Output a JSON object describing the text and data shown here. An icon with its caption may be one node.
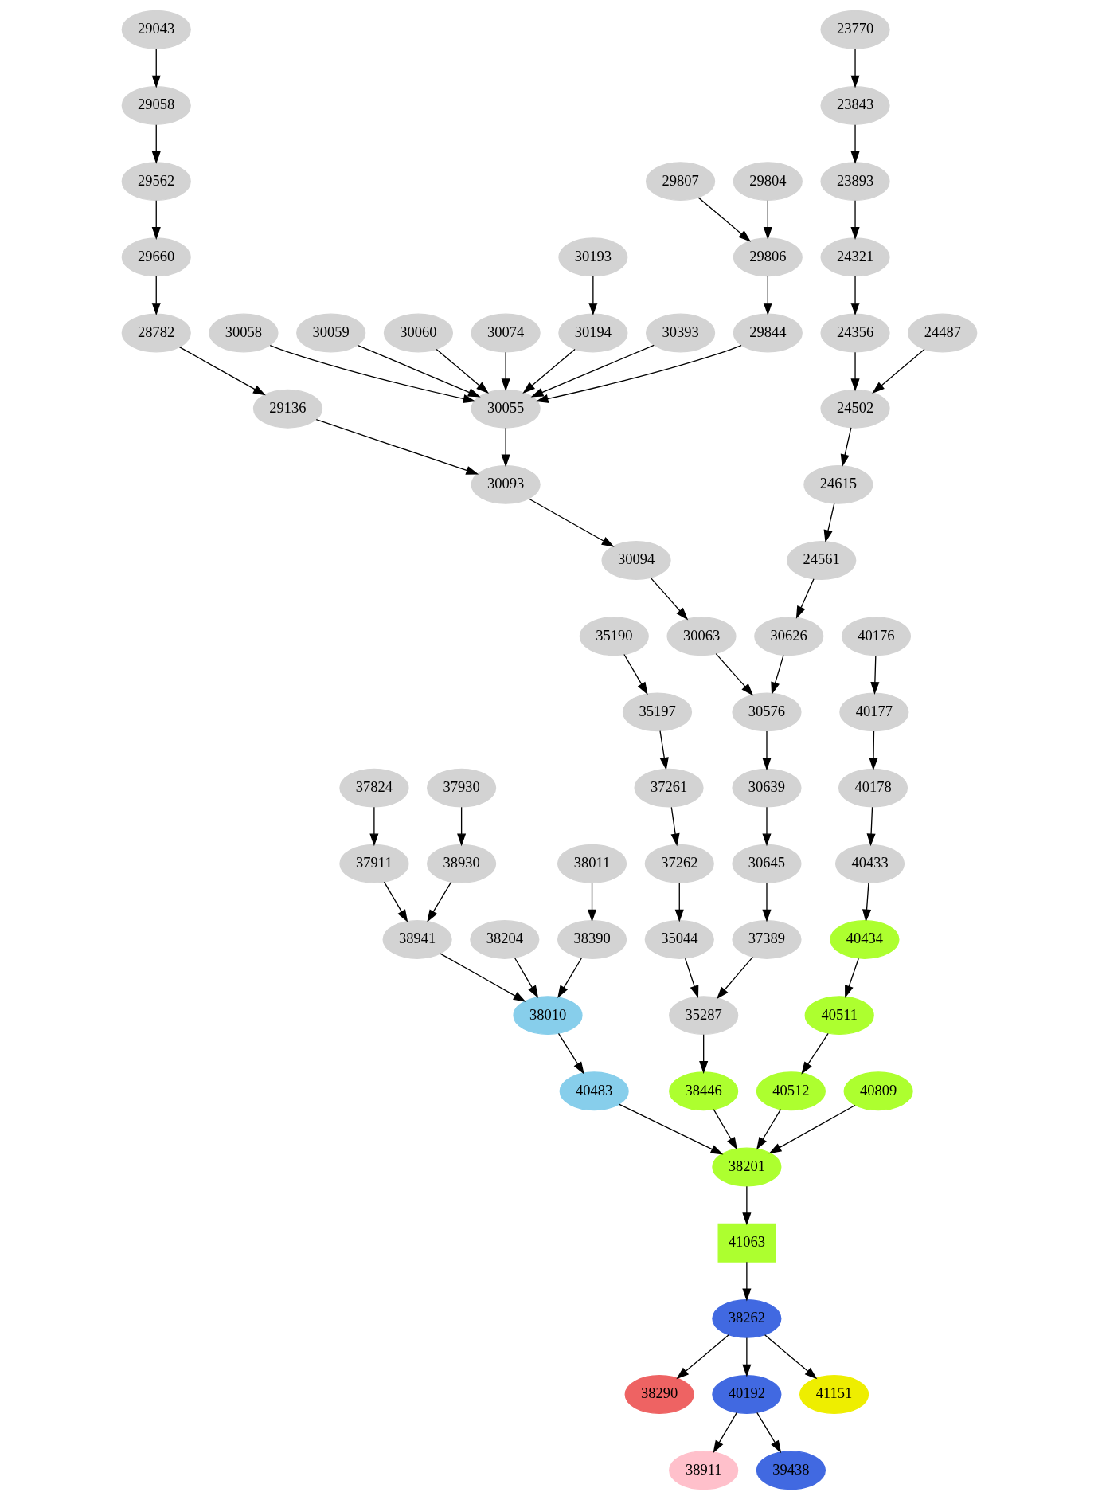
{
  "diagram": {
    "nodes": [
      {
        "text": [
          "29043"
        ]
      },
      {
        "text": [
          "23770"
        ]
      },
      {
        "text": [
          "29058"
        ]
      },
      {
        "text": [
          "23843"
        ]
      },
      {
        "text": [
          "29562"
        ]
      },
      {
        "text": [
          "29804"
        ]
      },
      {
        "text": [
          "29807"
        ]
      },
      {
        "text": [
          "23893"
        ]
      },
      {
        "text": [
          "29660"
        ]
      },
      {
        "text": [
          "29806"
        ]
      },
      {
        "text": [
          "30193"
        ]
      },
      {
        "text": [
          "24321"
        ]
      },
      {
        "text": [
          "28782"
        ]
      },
      {
        "text": [
          "29844"
        ]
      },
      {
        "text": [
          "30058"
        ]
      },
      {
        "text": [
          "30059"
        ]
      },
      {
        "text": [
          "30060"
        ]
      },
      {
        "text": [
          "30074"
        ]
      },
      {
        "text": [
          "30194"
        ]
      },
      {
        "text": [
          "30393"
        ]
      },
      {
        "text": [
          "24356"
        ]
      },
      {
        "text": [
          "24487"
        ]
      },
      {
        "text": [
          "29136"
        ]
      },
      {
        "text": [
          "30055"
        ]
      },
      {
        "text": [
          "24502"
        ]
      },
      {
        "text": [
          "30093"
        ]
      },
      {
        "text": [
          "24615"
        ]
      },
      {
        "text": [
          "30094"
        ]
      },
      {
        "text": [
          "24561"
        ]
      },
      {
        "text": [
          "35190"
        ]
      },
      {
        "text": [
          "30063"
        ]
      },
      {
        "text": [
          "30626"
        ]
      },
      {
        "text": [
          "40176"
        ]
      },
      {
        "text": [
          "35197"
        ]
      },
      {
        "text": [
          "30576"
        ]
      },
      {
        "text": [
          "40177"
        ]
      },
      {
        "text": [
          "37261"
        ]
      },
      {
        "text": [
          "30639"
        ]
      },
      {
        "text": [
          "37824"
        ]
      },
      {
        "text": [
          "37930"
        ]
      },
      {
        "text": [
          "40178"
        ]
      },
      {
        "text": [
          "37262"
        ]
      },
      {
        "text": [
          "30645"
        ]
      },
      {
        "text": [
          "38011"
        ]
      },
      {
        "text": [
          "37911"
        ]
      },
      {
        "text": [
          "38930"
        ]
      },
      {
        "text": [
          "40433"
        ]
      },
      {
        "text": [
          "35044"
        ]
      },
      {
        "text": [
          "37389"
        ]
      },
      {
        "text": [
          "38204"
        ]
      },
      {
        "text": [
          "38390"
        ]
      },
      {
        "text": [
          "38941"
        ]
      },
      {
        "text": [
          "40434"
        ]
      },
      {
        "text": [
          "35287"
        ]
      },
      {
        "text": [
          "38010"
        ]
      },
      {
        "text": [
          "40511"
        ]
      },
      {
        "text": [
          "38446"
        ]
      },
      {
        "text": [
          "40483"
        ]
      },
      {
        "text": [
          "40512"
        ]
      },
      {
        "text": [
          "40809"
        ]
      },
      {
        "text": [
          "38201"
        ]
      },
      {
        "text": [
          "41063"
        ]
      },
      {
        "text": [
          "38262"
        ]
      },
      {
        "text": [
          "38290"
        ]
      },
      {
        "text": [
          "40192"
        ]
      },
      {
        "text": [
          "41151"
        ]
      },
      {
        "text": [
          "38911"
        ]
      },
      {
        "text": [
          "39438"
        ]
      }
    ],
    "edges": [
      {
        "from": 0,
        "to": 2,
        "arrow": "to"
      },
      {
        "from": 2,
        "to": 4,
        "arrow": "to"
      },
      {
        "from": 4,
        "to": 8,
        "arrow": "to"
      },
      {
        "from": 8,
        "to": 12,
        "arrow": "to"
      },
      {
        "from": 12,
        "to": 22,
        "arrow": "to"
      },
      {
        "from": 5,
        "to": 9,
        "arrow": "to"
      },
      {
        "from": 6,
        "to": 9,
        "arrow": "to"
      },
      {
        "from": 9,
        "to": 13,
        "arrow": "to"
      },
      {
        "from": 13,
        "to": 23,
        "arrow": "to"
      },
      {
        "from": 14,
        "to": 23,
        "arrow": "to"
      },
      {
        "from": 15,
        "to": 23,
        "arrow": "to"
      },
      {
        "from": 16,
        "to": 23,
        "arrow": "to"
      },
      {
        "from": 17,
        "to": 23,
        "arrow": "to"
      },
      {
        "from": 18,
        "to": 23,
        "arrow": "to"
      },
      {
        "from": 19,
        "to": 23,
        "arrow": "to"
      },
      {
        "from": 10,
        "to": 18,
        "arrow": "to"
      },
      {
        "from": 22,
        "to": 25,
        "arrow": "to"
      },
      {
        "from": 23,
        "to": 25,
        "arrow": "to"
      },
      {
        "from": 25,
        "to": 27,
        "arrow": "to"
      },
      {
        "from": 27,
        "to": 30,
        "arrow": "to"
      },
      {
        "from": 30,
        "to": 34,
        "arrow": "to"
      },
      {
        "from": 31,
        "to": 34,
        "arrow": "to"
      },
      {
        "from": 1,
        "to": 3,
        "arrow": "to"
      },
      {
        "from": 3,
        "to": 7,
        "arrow": "to"
      },
      {
        "from": 7,
        "to": 11,
        "arrow": "to"
      },
      {
        "from": 11,
        "to": 20,
        "arrow": "to"
      },
      {
        "from": 20,
        "to": 24,
        "arrow": "to"
      },
      {
        "from": 21,
        "to": 24,
        "arrow": "to"
      },
      {
        "from": 24,
        "to": 26,
        "arrow": "to"
      },
      {
        "from": 26,
        "to": 28,
        "arrow": "to"
      },
      {
        "from": 28,
        "to": 31,
        "arrow": "to"
      },
      {
        "from": 29,
        "to": 33,
        "arrow": "to"
      },
      {
        "from": 33,
        "to": 36,
        "arrow": "to"
      },
      {
        "from": 36,
        "to": 41,
        "arrow": "to"
      },
      {
        "from": 41,
        "to": 47,
        "arrow": "to"
      },
      {
        "from": 47,
        "to": 53,
        "arrow": "to"
      },
      {
        "from": 34,
        "to": 37,
        "arrow": "to"
      },
      {
        "from": 37,
        "to": 42,
        "arrow": "to"
      },
      {
        "from": 42,
        "to": 48,
        "arrow": "to"
      },
      {
        "from": 48,
        "to": 53,
        "arrow": "to"
      },
      {
        "from": 53,
        "to": 56,
        "arrow": "to"
      },
      {
        "from": 43,
        "to": 50,
        "arrow": "to"
      },
      {
        "from": 38,
        "to": 44,
        "arrow": "to"
      },
      {
        "from": 44,
        "to": 51,
        "arrow": "to"
      },
      {
        "from": 39,
        "to": 45,
        "arrow": "to"
      },
      {
        "from": 45,
        "to": 51,
        "arrow": "to"
      },
      {
        "from": 49,
        "to": 54,
        "arrow": "to"
      },
      {
        "from": 50,
        "to": 54,
        "arrow": "to"
      },
      {
        "from": 51,
        "to": 54,
        "arrow": "to"
      },
      {
        "from": 54,
        "to": 57,
        "arrow": "to"
      },
      {
        "from": 32,
        "to": 35,
        "arrow": "to"
      },
      {
        "from": 35,
        "to": 40,
        "arrow": "to"
      },
      {
        "from": 40,
        "to": 46,
        "arrow": "to"
      },
      {
        "from": 46,
        "to": 52,
        "arrow": "to"
      },
      {
        "from": 52,
        "to": 55,
        "arrow": "to"
      },
      {
        "from": 55,
        "to": 58,
        "arrow": "to"
      },
      {
        "from": 56,
        "to": 60,
        "arrow": "to"
      },
      {
        "from": 57,
        "to": 60,
        "arrow": "to"
      },
      {
        "from": 58,
        "to": 60,
        "arrow": "to"
      },
      {
        "from": 59,
        "to": 60,
        "arrow": "to"
      },
      {
        "from": 60,
        "to": 61,
        "arrow": "to"
      },
      {
        "from": 61,
        "to": 62,
        "arrow": "to"
      },
      {
        "from": 62,
        "to": 63,
        "arrow": "to"
      },
      {
        "from": 62,
        "to": 64,
        "arrow": "to"
      },
      {
        "from": 62,
        "to": 65,
        "arrow": "to"
      },
      {
        "from": 64,
        "to": 66,
        "arrow": "to"
      },
      {
        "from": 64,
        "to": 67,
        "arrow": "to"
      }
    ]
  }
}
